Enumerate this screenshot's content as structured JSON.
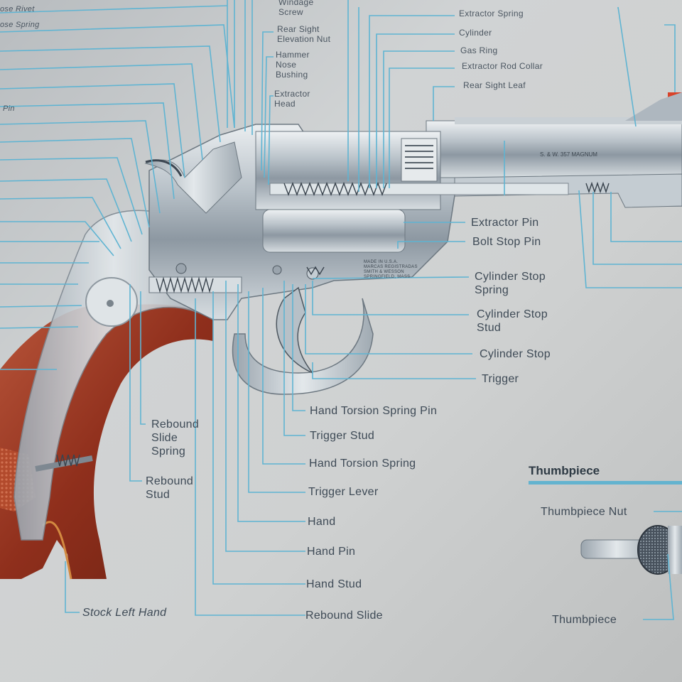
{
  "top_labels": [
    {
      "id": "windage-screw",
      "text": "Windage\nScrew"
    },
    {
      "id": "rear-sight-elevation-nut",
      "text": "Rear Sight\nElevation Nut"
    },
    {
      "id": "hammer-nose-bushing",
      "text": "Hammer\nNose\nBushing"
    },
    {
      "id": "extractor-head",
      "text": "Extractor\nHead"
    },
    {
      "id": "extractor-spring",
      "text": "Extractor Spring"
    },
    {
      "id": "cylinder",
      "text": "Cylinder"
    },
    {
      "id": "gas-ring",
      "text": "Gas Ring"
    },
    {
      "id": "extractor-rod-collar",
      "text": "Extractor Rod Collar"
    },
    {
      "id": "rear-sight-leaf",
      "text": "Rear Sight Leaf"
    }
  ],
  "left_partial_labels": [
    {
      "id": "rivet-partial",
      "text": "ose Rivet"
    },
    {
      "id": "spring-partial",
      "text": "ose Spring"
    },
    {
      "id": "pin-partial",
      "text": "Pin"
    }
  ],
  "right_labels": [
    {
      "id": "extractor-pin",
      "text": "Extractor Pin"
    },
    {
      "id": "bolt-stop-pin",
      "text": "Bolt Stop Pin"
    },
    {
      "id": "cylinder-stop-spring",
      "text": "Cylinder Stop\nSpring"
    },
    {
      "id": "cylinder-stop-stud",
      "text": "Cylinder Stop\nStud"
    },
    {
      "id": "cylinder-stop",
      "text": "Cylinder Stop"
    },
    {
      "id": "trigger",
      "text": "Trigger"
    }
  ],
  "bottom_labels": [
    {
      "id": "hand-torsion-spring-pin",
      "text": "Hand Torsion Spring Pin"
    },
    {
      "id": "trigger-stud",
      "text": "Trigger Stud"
    },
    {
      "id": "hand-torsion-spring",
      "text": "Hand Torsion Spring"
    },
    {
      "id": "trigger-lever",
      "text": "Trigger Lever"
    },
    {
      "id": "hand",
      "text": "Hand"
    },
    {
      "id": "hand-pin",
      "text": "Hand Pin"
    },
    {
      "id": "hand-stud",
      "text": "Hand Stud"
    },
    {
      "id": "rebound-slide",
      "text": "Rebound Slide"
    }
  ],
  "left_labels": [
    {
      "id": "rebound-slide-spring",
      "text": "Rebound\nSlide\nSpring"
    },
    {
      "id": "rebound-stud",
      "text": "Rebound\nStud"
    },
    {
      "id": "stock-left-hand",
      "text": "Stock Left Hand"
    }
  ],
  "thumbpiece": {
    "section_title": "Thumbpiece",
    "nut_label": "Thumbpiece Nut",
    "thumbpiece_label": "Thumbpiece"
  },
  "engravings": {
    "barrel": "S. & W. 357 MAGNUM",
    "frame": "MADE IN U.S.A.\nMARCAS REGISTRADAS\nSMITH & WESSON\nSPRINGFIELD, MASS."
  },
  "colors": {
    "leader": "#5fb4d2",
    "text": "#3e4a56",
    "steel": "#aab3bb",
    "wood": "#9e3a22"
  }
}
